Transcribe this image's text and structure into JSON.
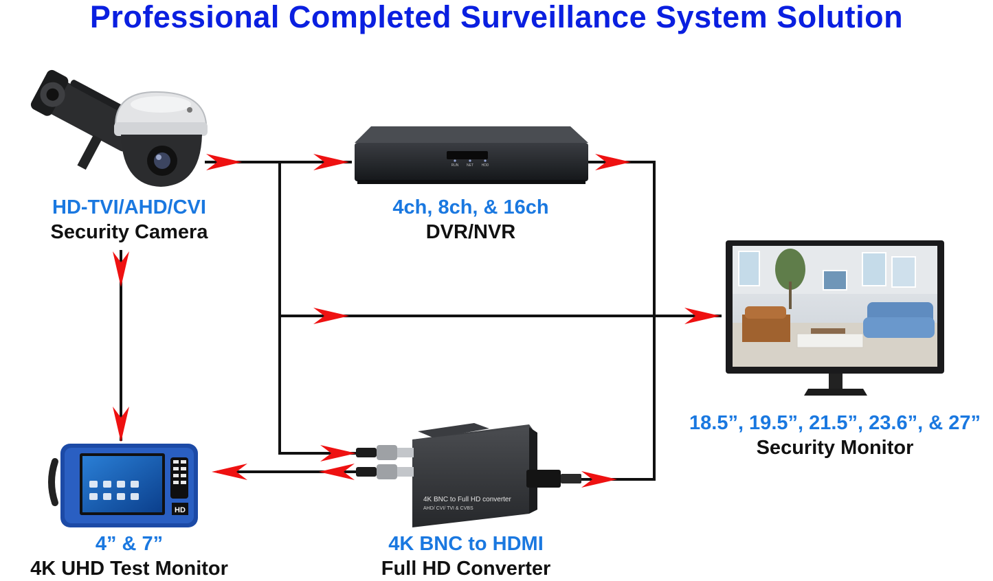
{
  "title": "Professional Completed Surveillance System Solution",
  "colors": {
    "title": "#0a1fe0",
    "spec_text": "#1a78e0",
    "name_text": "#111111",
    "line": "#111111",
    "arrow": "#ee1111"
  },
  "devices": {
    "camera": {
      "spec": "HD-TVI/AHD/CVI",
      "name": "Security Camera"
    },
    "dvr": {
      "spec": "4ch, 8ch, & 16ch",
      "name": "DVR/NVR",
      "leds": [
        "RUN",
        "NET",
        "HDD"
      ]
    },
    "monitor": {
      "spec": "18.5”, 19.5”, 21.5”, 23.6”, & 27”",
      "name": "Security Monitor"
    },
    "tester": {
      "spec": "4” & 7”",
      "name": "4K UHD Test Monitor",
      "badge": "HD"
    },
    "converter": {
      "spec": "4K BNC to HDMI",
      "name": "Full HD Converter",
      "panel_text": "4K BNC to Full HD converter",
      "panel_subtext": "AHD/ CVI/ TVI & CVBS"
    }
  }
}
